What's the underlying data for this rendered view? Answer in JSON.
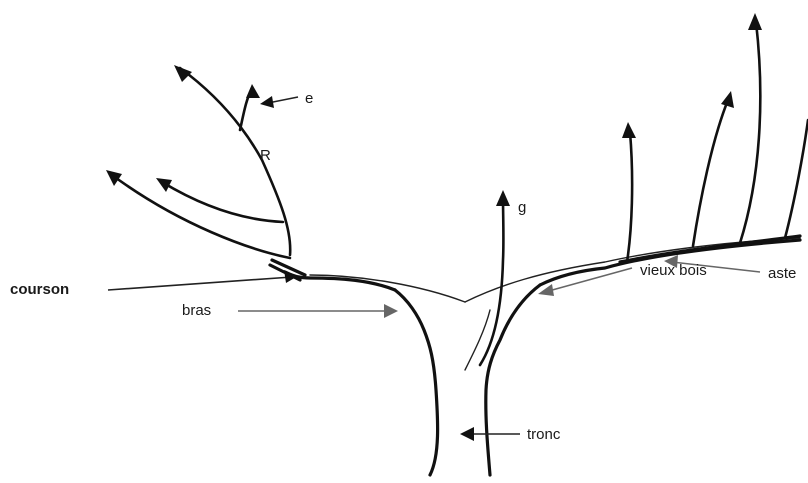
{
  "labels": {
    "courson": "courson",
    "bras": "bras",
    "vieux_bois": "vieux bois",
    "tronc": "tronc",
    "aste": "aste",
    "g": "g",
    "e": "e",
    "r": "R"
  },
  "colors": {
    "ink": "#111111",
    "pointer_gray": "#666666",
    "background": "#ffffff"
  }
}
